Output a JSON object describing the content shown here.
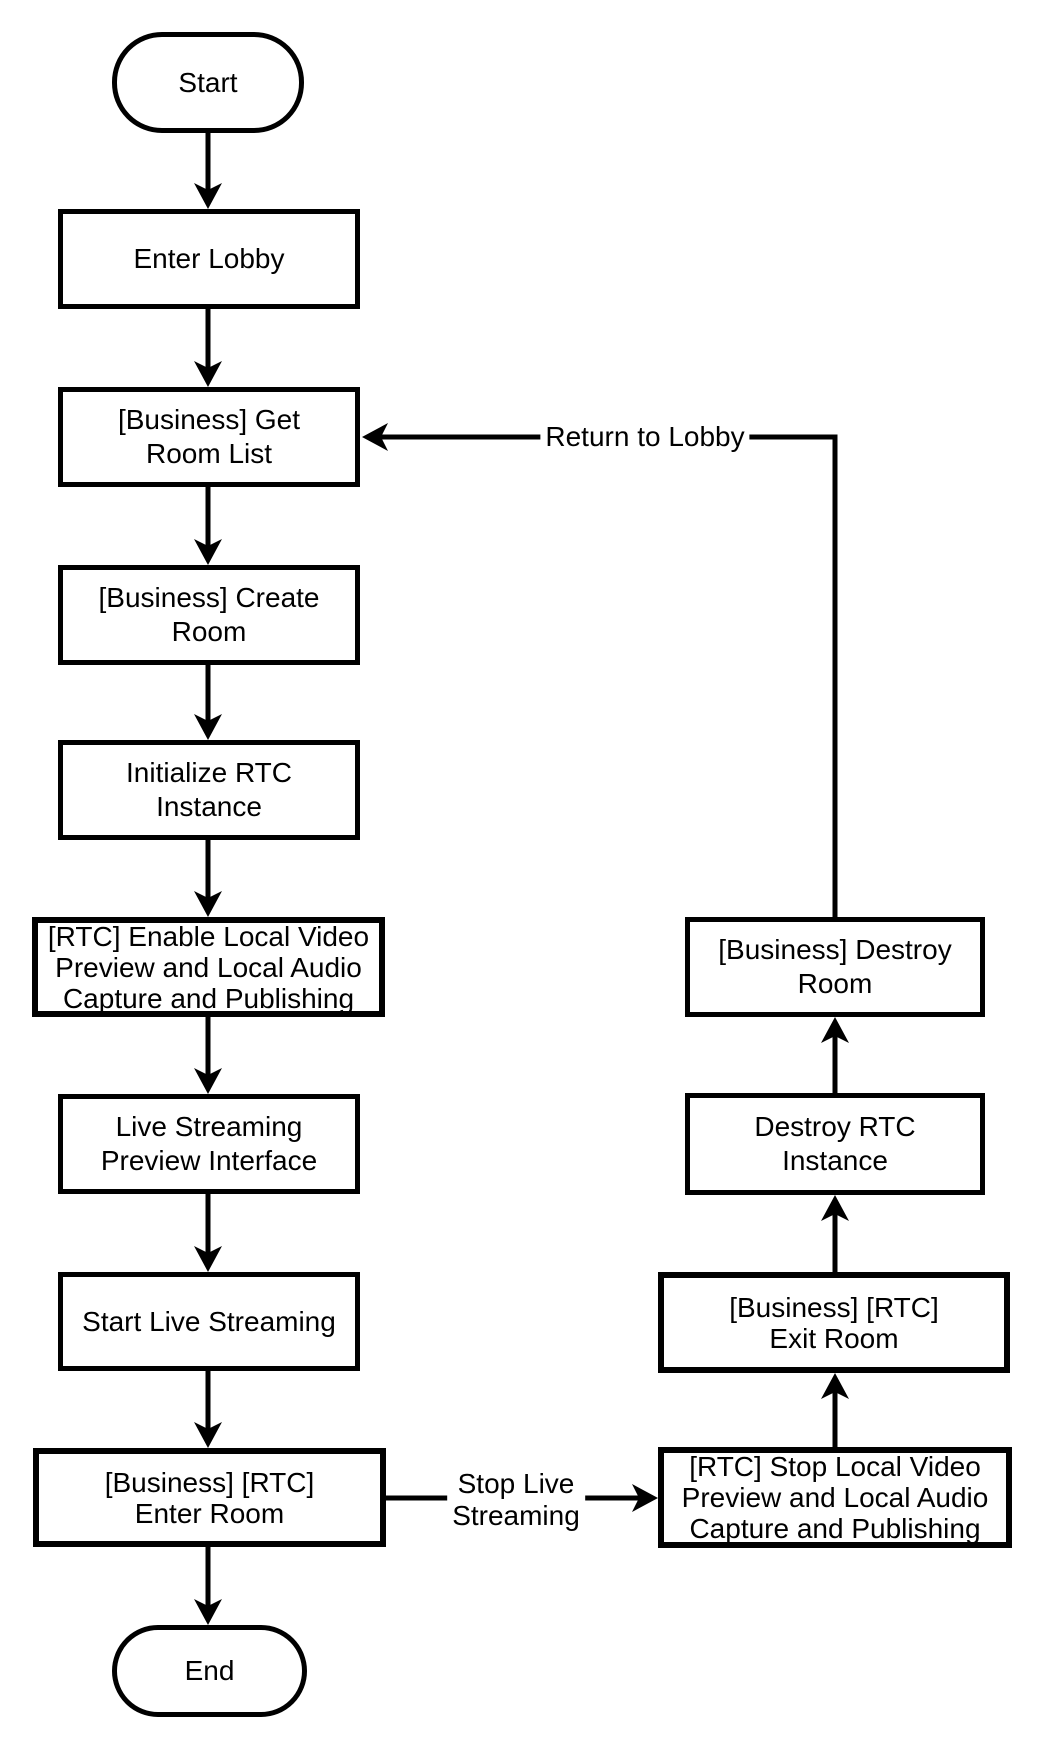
{
  "diagram": {
    "type": "flowchart",
    "background_color": "#ffffff",
    "stroke_color": "#000000",
    "text_color": "#000000"
  },
  "nodes": {
    "start": {
      "shape": "stadium",
      "lines": [
        "Start"
      ]
    },
    "enter_lobby": {
      "shape": "rect",
      "lines": [
        "Enter Lobby"
      ]
    },
    "get_room_list": {
      "shape": "rect",
      "lines": [
        "[Business] Get",
        "Room List"
      ]
    },
    "create_room": {
      "shape": "rect",
      "lines": [
        "[Business] Create",
        "Room"
      ]
    },
    "init_rtc": {
      "shape": "rect",
      "lines": [
        "Initialize RTC",
        "Instance"
      ]
    },
    "enable_local_av": {
      "shape": "rect",
      "lines": [
        "[RTC] Enable Local Video",
        "Preview and Local Audio",
        "Capture and Publishing"
      ]
    },
    "live_preview": {
      "shape": "rect",
      "lines": [
        "Live Streaming",
        "Preview Interface"
      ]
    },
    "start_streaming": {
      "shape": "rect",
      "lines": [
        "Start Live Streaming"
      ]
    },
    "enter_room": {
      "shape": "rect",
      "lines": [
        "[Business] [RTC]",
        "Enter Room"
      ]
    },
    "end": {
      "shape": "stadium",
      "lines": [
        "End"
      ]
    },
    "destroy_room": {
      "shape": "rect",
      "lines": [
        "[Business] Destroy",
        "Room"
      ]
    },
    "destroy_rtc": {
      "shape": "rect",
      "lines": [
        "Destroy RTC",
        "Instance"
      ]
    },
    "exit_room": {
      "shape": "rect",
      "lines": [
        "[Business] [RTC]",
        "Exit Room"
      ]
    },
    "stop_local_av": {
      "shape": "rect",
      "lines": [
        "[RTC] Stop Local Video",
        "Preview and Local Audio",
        "Capture and Publishing"
      ]
    }
  },
  "edge_labels": {
    "stop_live_streaming": {
      "lines": [
        "Stop Live",
        "Streaming"
      ]
    },
    "return_to_lobby": {
      "lines": [
        "Return to Lobby"
      ]
    }
  },
  "edges": [
    {
      "from": "start",
      "to": "enter_lobby"
    },
    {
      "from": "enter_lobby",
      "to": "get_room_list"
    },
    {
      "from": "get_room_list",
      "to": "create_room"
    },
    {
      "from": "create_room",
      "to": "init_rtc"
    },
    {
      "from": "init_rtc",
      "to": "enable_local_av"
    },
    {
      "from": "enable_local_av",
      "to": "live_preview"
    },
    {
      "from": "live_preview",
      "to": "start_streaming"
    },
    {
      "from": "start_streaming",
      "to": "enter_room"
    },
    {
      "from": "enter_room",
      "to": "end"
    },
    {
      "from": "enter_room",
      "to": "stop_local_av",
      "label": "Stop Live Streaming"
    },
    {
      "from": "stop_local_av",
      "to": "exit_room"
    },
    {
      "from": "exit_room",
      "to": "destroy_rtc"
    },
    {
      "from": "destroy_rtc",
      "to": "destroy_room"
    },
    {
      "from": "destroy_room",
      "to": "get_room_list",
      "label": "Return to Lobby"
    }
  ]
}
